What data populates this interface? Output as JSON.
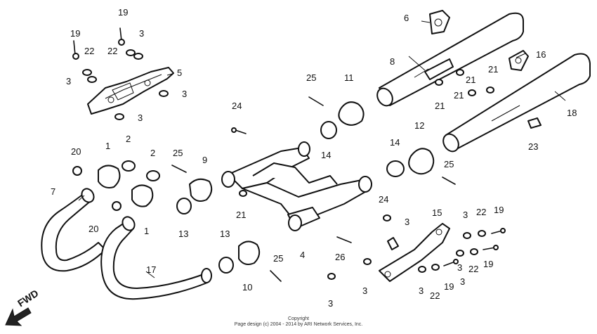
{
  "diagram": {
    "callouts": [
      {
        "id": "c19a",
        "label": "19"
      },
      {
        "id": "c3a",
        "label": "3"
      },
      {
        "id": "c19b",
        "label": "19"
      },
      {
        "id": "c22a",
        "label": "22"
      },
      {
        "id": "c22b",
        "label": "22"
      },
      {
        "id": "c3b",
        "label": "3"
      },
      {
        "id": "c5",
        "label": "5"
      },
      {
        "id": "c3c",
        "label": "3"
      },
      {
        "id": "c3d",
        "label": "3"
      },
      {
        "id": "c6",
        "label": "6"
      },
      {
        "id": "c8",
        "label": "8"
      },
      {
        "id": "c16",
        "label": "16"
      },
      {
        "id": "c21a",
        "label": "21"
      },
      {
        "id": "c21b",
        "label": "21"
      },
      {
        "id": "c21c",
        "label": "21"
      },
      {
        "id": "c21d",
        "label": "21"
      },
      {
        "id": "c18",
        "label": "18"
      },
      {
        "id": "c23",
        "label": "23"
      },
      {
        "id": "c25a",
        "label": "25"
      },
      {
        "id": "c11",
        "label": "11"
      },
      {
        "id": "c24a",
        "label": "24"
      },
      {
        "id": "c14a",
        "label": "14"
      },
      {
        "id": "c14b",
        "label": "14"
      },
      {
        "id": "c12",
        "label": "12"
      },
      {
        "id": "c25b",
        "label": "25"
      },
      {
        "id": "c20a",
        "label": "20"
      },
      {
        "id": "c1a",
        "label": "1"
      },
      {
        "id": "c2a",
        "label": "2"
      },
      {
        "id": "c2b",
        "label": "2"
      },
      {
        "id": "c25c",
        "label": "25"
      },
      {
        "id": "c9",
        "label": "9"
      },
      {
        "id": "c7",
        "label": "7"
      },
      {
        "id": "c20b",
        "label": "20"
      },
      {
        "id": "c1b",
        "label": "1"
      },
      {
        "id": "c13a",
        "label": "13"
      },
      {
        "id": "c21e",
        "label": "21"
      },
      {
        "id": "c24b",
        "label": "24"
      },
      {
        "id": "c15",
        "label": "15"
      },
      {
        "id": "c3e",
        "label": "3"
      },
      {
        "id": "c22c",
        "label": "22"
      },
      {
        "id": "c19c",
        "label": "19"
      },
      {
        "id": "c3f",
        "label": "3"
      },
      {
        "id": "c4",
        "label": "4"
      },
      {
        "id": "c26",
        "label": "26"
      },
      {
        "id": "c3g",
        "label": "3"
      },
      {
        "id": "c22d",
        "label": "22"
      },
      {
        "id": "c19d",
        "label": "19"
      },
      {
        "id": "c17",
        "label": "17"
      },
      {
        "id": "c13b",
        "label": "13"
      },
      {
        "id": "c25d",
        "label": "25"
      },
      {
        "id": "c10",
        "label": "10"
      },
      {
        "id": "c3h",
        "label": "3"
      },
      {
        "id": "c3i",
        "label": "3"
      },
      {
        "id": "c3j",
        "label": "3"
      },
      {
        "id": "c22e",
        "label": "22"
      },
      {
        "id": "c19e",
        "label": "19"
      },
      {
        "id": "c3k",
        "label": "3"
      }
    ],
    "fwd_label": "FWD",
    "copyright_line1": "Copyright",
    "copyright_line2": "Page design (c) 2004 - 2014 by ARI Network Services, Inc."
  }
}
